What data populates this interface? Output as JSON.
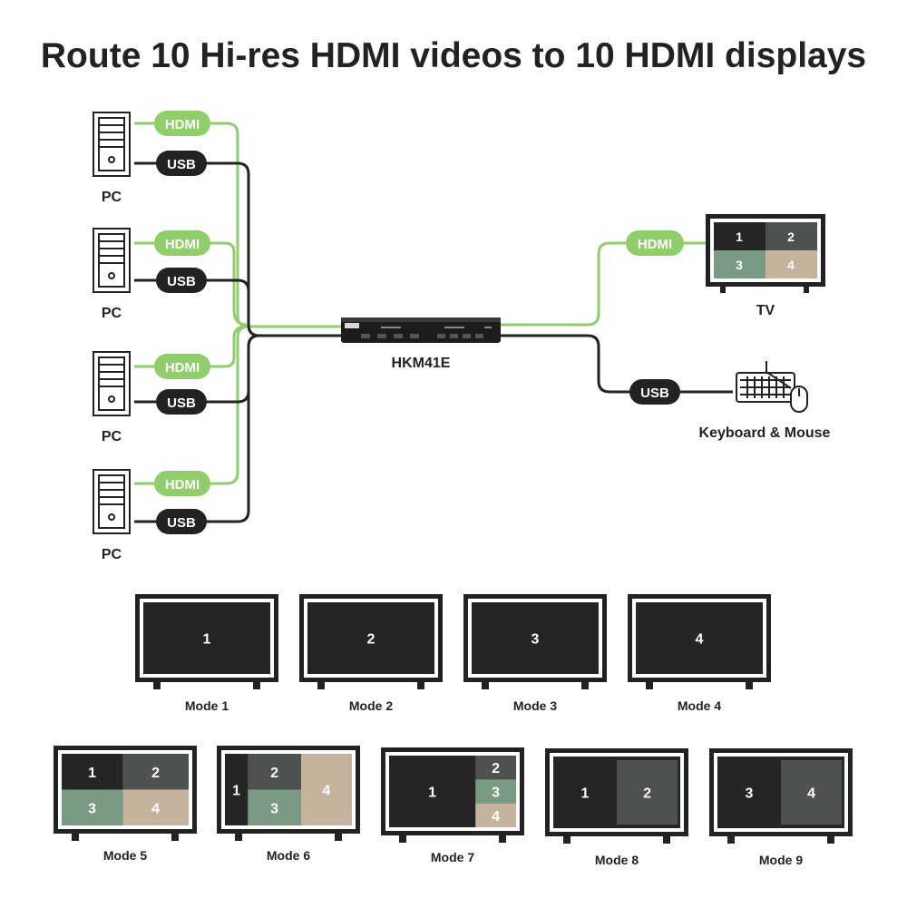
{
  "title": "Route 10 Hi-res HDMI videos to 10 HDMI displays",
  "colors": {
    "hdmi_green": "#8fce6a",
    "usb_dark": "#222222",
    "panel_dark": "#252525",
    "panel_gray": "#4e524e",
    "panel_green": "#7a9a84",
    "panel_tan": "#c4b49e",
    "text_dark": "#222222"
  },
  "pcs": [
    {
      "label": "PC",
      "hdmi": "HDMI",
      "usb": "USB"
    },
    {
      "label": "PC",
      "hdmi": "HDMI",
      "usb": "USB"
    },
    {
      "label": "PC",
      "hdmi": "HDMI",
      "usb": "USB"
    },
    {
      "label": "PC",
      "hdmi": "HDMI",
      "usb": "USB"
    }
  ],
  "device": {
    "label": "HKM41E"
  },
  "tv": {
    "label": "TV",
    "hdmi": "HDMI",
    "quadrants": [
      "1",
      "2",
      "3",
      "4"
    ]
  },
  "peripherals": {
    "label": "Keyboard & Mouse",
    "usb": "USB"
  },
  "modes": [
    {
      "label": "Mode 1",
      "cells": [
        "1"
      ]
    },
    {
      "label": "Mode 2",
      "cells": [
        "2"
      ]
    },
    {
      "label": "Mode 3",
      "cells": [
        "3"
      ]
    },
    {
      "label": "Mode 4",
      "cells": [
        "4"
      ]
    },
    {
      "label": "Mode 5",
      "cells": [
        "1",
        "2",
        "3",
        "4"
      ]
    },
    {
      "label": "Mode 6",
      "cells": [
        "1",
        "2",
        "3",
        "4"
      ]
    },
    {
      "label": "Mode 7",
      "cells": [
        "1",
        "2",
        "3",
        "4"
      ]
    },
    {
      "label": "Mode 8",
      "cells": [
        "1",
        "2"
      ]
    },
    {
      "label": "Mode 9",
      "cells": [
        "3",
        "4"
      ]
    }
  ]
}
